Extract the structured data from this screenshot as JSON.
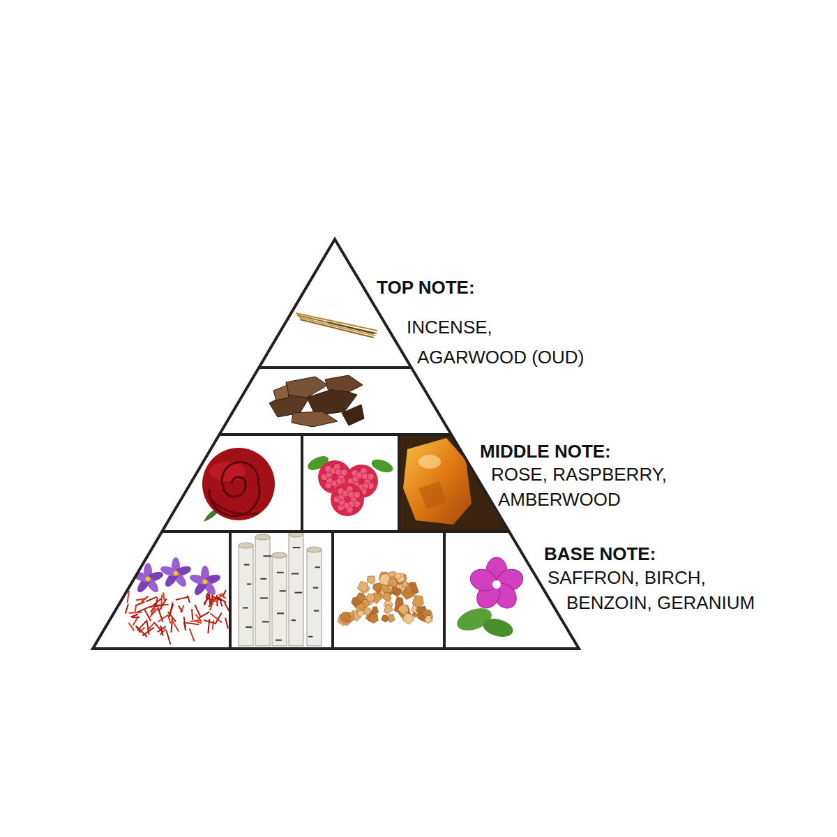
{
  "diagram": {
    "labels": [
      "TOP NOTE:",
      "INCENSE, AGARWOOD (OUD)",
      "MIDDLE NOTE:",
      "ROSE, RASPBERRY, AMBERWOOD",
      "BASE NOTE:",
      "SAFFRON, BIRCH, BENZOIN, GERANIUM"
    ]
  }
}
